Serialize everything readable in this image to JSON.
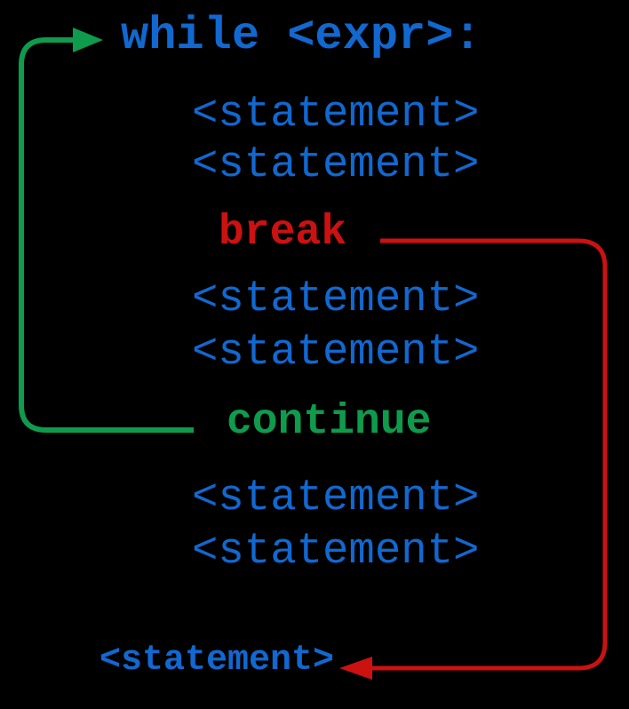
{
  "colors": {
    "background": "#000000",
    "blue": "#1168d0",
    "red": "#cc1111",
    "green": "#0f9b4c"
  },
  "code": {
    "while_line": "while <expr>:",
    "statements": [
      "<statement>",
      "<statement>",
      "<statement>",
      "<statement>",
      "<statement>",
      "<statement>"
    ],
    "break_keyword": "break",
    "continue_keyword": "continue",
    "exit_statement": "<statement>"
  },
  "icons": {
    "continue_arrow": "green-loop-back-arrow",
    "break_arrow": "red-break-out-arrow"
  }
}
